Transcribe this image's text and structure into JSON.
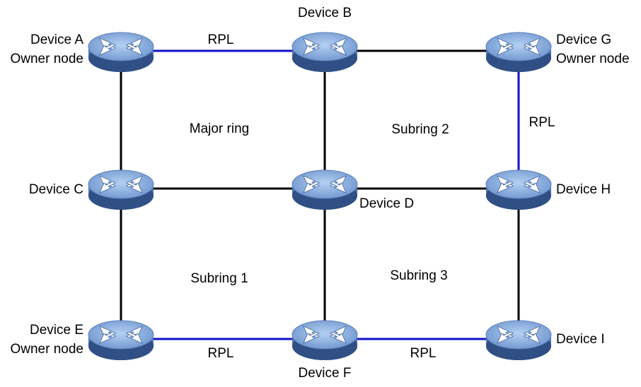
{
  "colors": {
    "background": "#ffffff",
    "link": "#000000",
    "rpl_link": "#1010cc",
    "router_body": "#4a6ea8",
    "router_top": "#8fb4e4",
    "router_arrows": "#ffffff"
  },
  "icon": "router-icon",
  "devices": [
    {
      "id": "A",
      "label": "Device A",
      "role": "Owner node"
    },
    {
      "id": "B",
      "label": "Device B"
    },
    {
      "id": "G",
      "label": "Device G",
      "role": "Owner node"
    },
    {
      "id": "C",
      "label": "Device C"
    },
    {
      "id": "D",
      "label": "Device D"
    },
    {
      "id": "H",
      "label": "Device H"
    },
    {
      "id": "E",
      "label": "Device E",
      "role": "Owner node"
    },
    {
      "id": "F",
      "label": "Device F"
    },
    {
      "id": "I",
      "label": "Device I"
    }
  ],
  "links": [
    {
      "from": "A",
      "to": "B",
      "type": "RPL",
      "label": "RPL"
    },
    {
      "from": "B",
      "to": "G",
      "type": "normal"
    },
    {
      "from": "A",
      "to": "C",
      "type": "normal"
    },
    {
      "from": "B",
      "to": "D",
      "type": "normal"
    },
    {
      "from": "G",
      "to": "H",
      "type": "RPL",
      "label": "RPL"
    },
    {
      "from": "C",
      "to": "D",
      "type": "normal"
    },
    {
      "from": "D",
      "to": "H",
      "type": "normal"
    },
    {
      "from": "C",
      "to": "E",
      "type": "normal"
    },
    {
      "from": "D",
      "to": "F",
      "type": "normal"
    },
    {
      "from": "H",
      "to": "I",
      "type": "normal"
    },
    {
      "from": "E",
      "to": "F",
      "type": "RPL",
      "label": "RPL"
    },
    {
      "from": "F",
      "to": "I",
      "type": "RPL",
      "label": "RPL"
    }
  ],
  "rings": [
    {
      "id": "major",
      "label": "Major ring"
    },
    {
      "id": "sub1",
      "label": "Subring 1"
    },
    {
      "id": "sub2",
      "label": "Subring 2"
    },
    {
      "id": "sub3",
      "label": "Subring 3"
    }
  ]
}
